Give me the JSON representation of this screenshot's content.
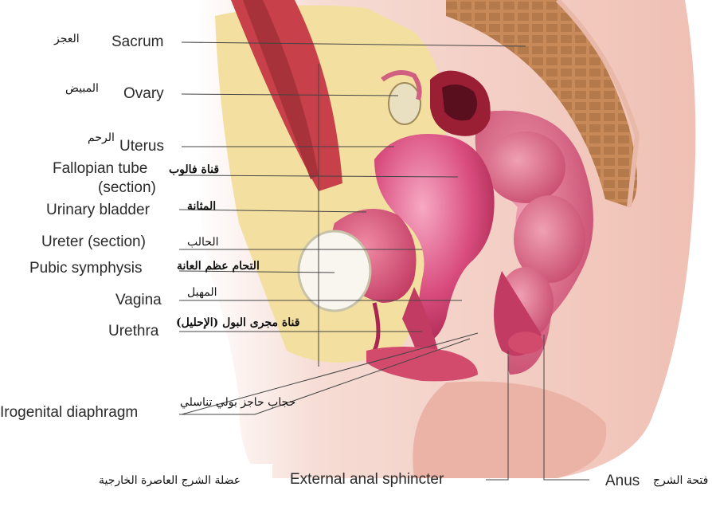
{
  "labels": {
    "sacrum": "Sacrum",
    "ovary": "Ovary",
    "uterus": "Uterus",
    "fallopian_tube": "Fallopian tube",
    "fallopian_section": "(section)",
    "urinary_bladder": "Urinary bladder",
    "ureter": "Ureter (section)",
    "pubic_symphysis": "Pubic symphysis",
    "vagina": "Vagina",
    "urethra": "Urethra",
    "urogenital_diaphragm": "Irogenital diaphragm",
    "external_anal_sphincter": "External anal sphincter",
    "anus": "Anus"
  },
  "arabic": {
    "sacrum": "العجز",
    "ovary": "المبيض",
    "uterus": "الرحم",
    "fallopian_tube": "قناة فالوب",
    "urinary_bladder": "المثانة",
    "ureter": "الحالب",
    "pubic_symphysis": "التحام عظم العانة",
    "vagina": "المهبل",
    "urethra": "قناة مجرى البول (الإحليل)",
    "urogenital_diaphragm": "حجاب حاجز بولي تناسلي",
    "external_anal_sphincter": "عضلة الشرج العاصرة الخارجية",
    "anus": "فتحة الشرج"
  },
  "colors": {
    "skin": "#f2c9bf",
    "muscle": "#c8414a",
    "organ": "#d8456e",
    "bone": "#c9895a",
    "fat": "#f3dfa0"
  }
}
